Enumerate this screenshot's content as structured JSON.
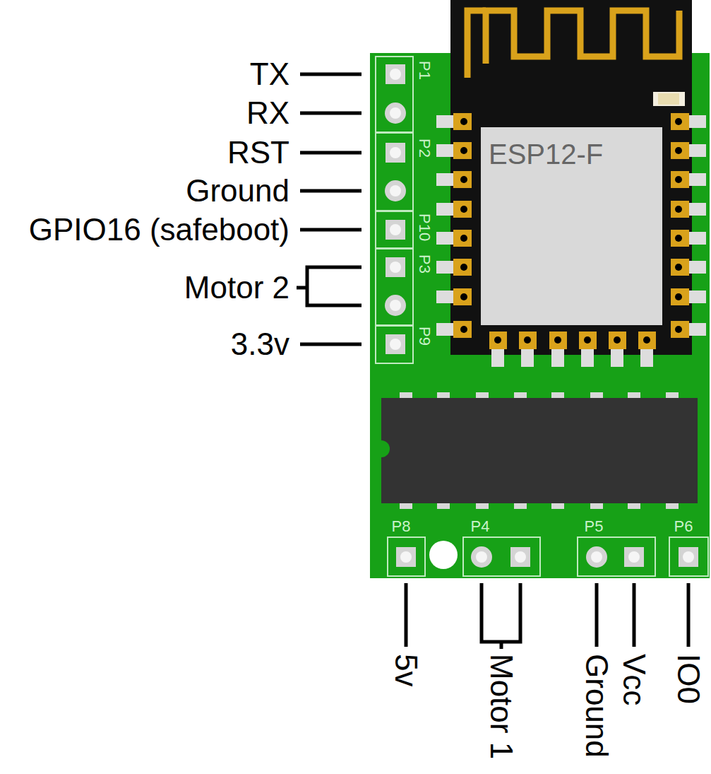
{
  "diagram": {
    "nodes": [
      {
        "text": [
          "ESP12-F"
        ]
      }
    ],
    "labels": [
      "TX",
      "RX",
      "RST",
      "Ground",
      "GPIO16 (safeboot)",
      "Motor 2",
      "3.3v",
      "P1",
      "P2",
      "P10",
      "P3",
      "P9",
      "P8",
      "P4",
      "P5",
      "P6",
      "5v",
      "Motor 1",
      "Ground",
      "Vcc",
      "IO0"
    ]
  }
}
